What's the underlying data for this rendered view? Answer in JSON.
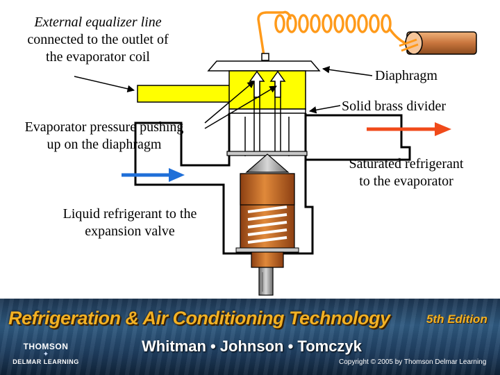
{
  "labels": {
    "equalizer": {
      "line1": "External equalizer line",
      "line2": "connected to the outlet of",
      "line3": "the evaporator coil"
    },
    "diaphragm": "Diaphragm",
    "divider": "Solid brass divider",
    "evaporator_pressure": {
      "line1": "Evaporator pressure  pushing",
      "line2": "up on the diaphragm"
    },
    "saturated": {
      "line1": "Saturated refrigerant",
      "line2": "to the evaporator"
    },
    "liquid": {
      "line1": "Liquid refrigerant to the",
      "line2": "expansion valve"
    }
  },
  "banner": {
    "title": "Refrigeration & Air Conditioning Technology",
    "edition": "5th Edition",
    "authors": "Whitman • Johnson • Tomczyk",
    "publisher_line1": "THOMSON",
    "publisher_star": "✦",
    "publisher_line2": "DELMAR LEARNING",
    "copyright": "Copyright © 2005 by Thomson Delmar Learning"
  },
  "colors": {
    "diaphragm_yellow": "#ffff00",
    "spring_copper": "#d4782a",
    "capillary_orange": "#ff9a1a",
    "arrow_blue": "#1f6fd8",
    "arrow_red": "#f04a1a",
    "title_gold": "#f2b124",
    "banner_blue": "#2f5a80"
  }
}
